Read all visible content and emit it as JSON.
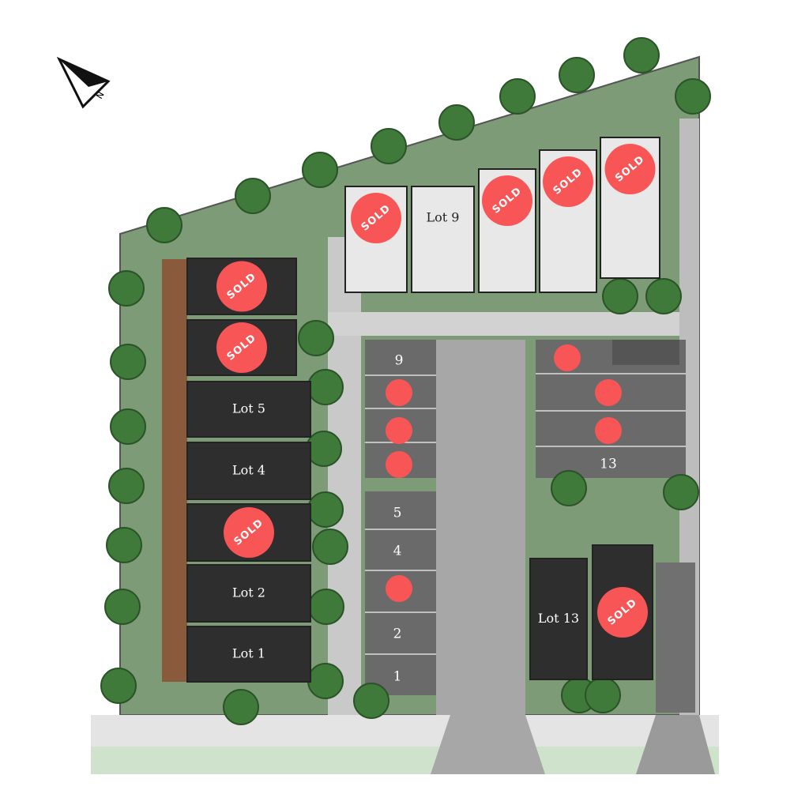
{
  "north_arrow": {
    "label": "N"
  },
  "sold_label": "SOLD",
  "colors": {
    "sold": "#F85556",
    "dark_lot": "#2e2e2e",
    "light_lot": "#e8e8e8",
    "grass": "#6f9468",
    "paving": "#a9a9a9"
  },
  "west_lots": [
    {
      "label": "",
      "badge": "SOLD"
    },
    {
      "label": "",
      "badge": "SOLD"
    },
    {
      "label": "Lot 5",
      "badge": ""
    },
    {
      "label": "Lot 4",
      "badge": ""
    },
    {
      "label": "",
      "badge": "SOLD"
    },
    {
      "label": "Lot 2",
      "badge": ""
    },
    {
      "label": "Lot 1",
      "badge": ""
    }
  ],
  "north_lots": [
    {
      "label": "",
      "badge": "SOLD"
    },
    {
      "label": "Lot 9",
      "badge": ""
    },
    {
      "label": "",
      "badge": "SOLD"
    },
    {
      "label": "",
      "badge": "SOLD"
    },
    {
      "label": "",
      "badge": "SOLD"
    }
  ],
  "east_lots": [
    {
      "label": "Lot 13",
      "badge": ""
    },
    {
      "label": "",
      "badge": "SOLD"
    }
  ],
  "parking_bays": [
    "9",
    "5",
    "4",
    "2",
    "1",
    "13"
  ]
}
